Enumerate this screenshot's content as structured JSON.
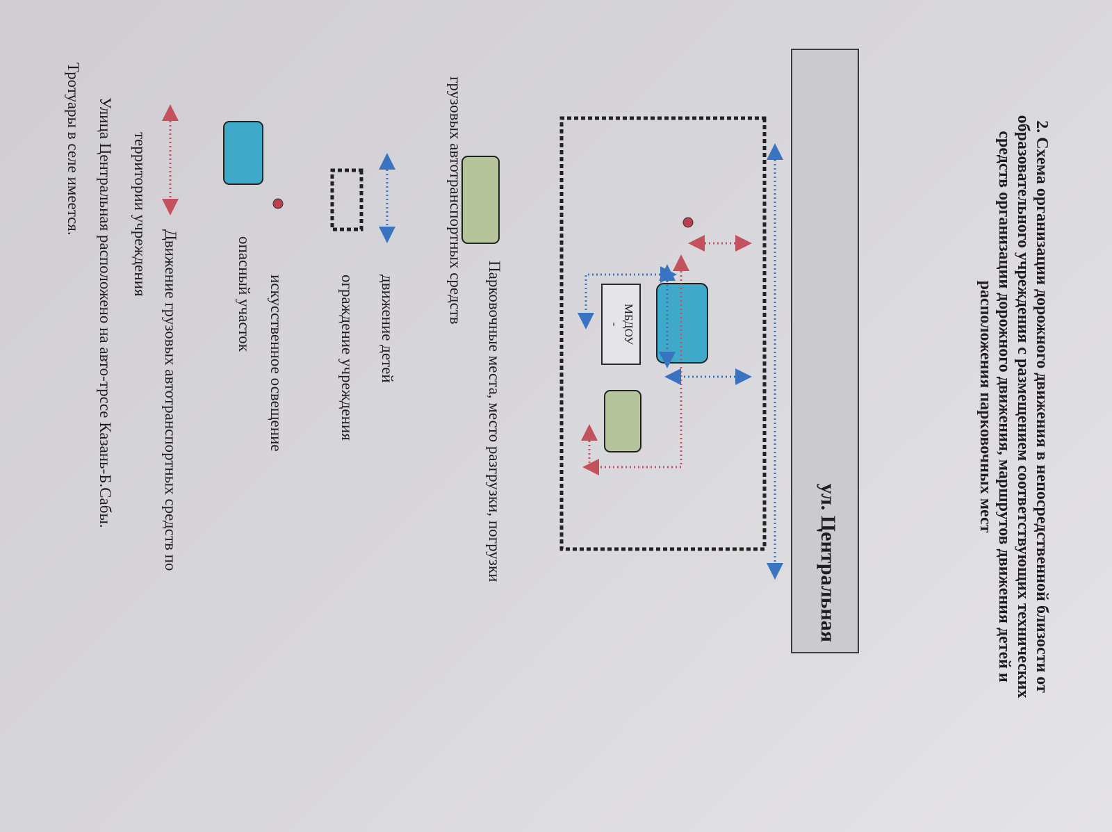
{
  "title": "2. Схема организации дорожного движения в непосредственной близости от образовательного учреждения с размещением соответствующих технических средств организации дорожного движения, маршрутов движения детей и расположения парковочных мест",
  "street": {
    "label": "ул. Центральная"
  },
  "building": {
    "label": "МБДОУ",
    "sublabel": "-"
  },
  "legend": [
    {
      "icon": "parking-area",
      "line1": "Парковочные места, место разгрузки, погрузки",
      "line2": "грузовых автотранспортных средств"
    },
    {
      "icon": "children-route-arrow",
      "line1": "движение детей"
    },
    {
      "icon": "fence",
      "line1": "ограждение учреждения"
    },
    {
      "icon": "street-light",
      "line1": "искусственное освещение"
    },
    {
      "icon": "danger-zone",
      "line1": "опасный участок"
    },
    {
      "icon": "truck-route-arrow",
      "line1": "Движение грузовых автотранспортных средств по",
      "line2": "территории учреждения"
    }
  ],
  "notes": [
    "Улица Центральная расположено на авто-трссе Казань-Б.Сабы.",
    "Тротуары в селе имеется."
  ],
  "colors": {
    "children": "#3a74c0",
    "truck": "#c4525e",
    "danger": "#3fa9c9",
    "parking": "#b5c49a",
    "light": "#b9404c"
  }
}
